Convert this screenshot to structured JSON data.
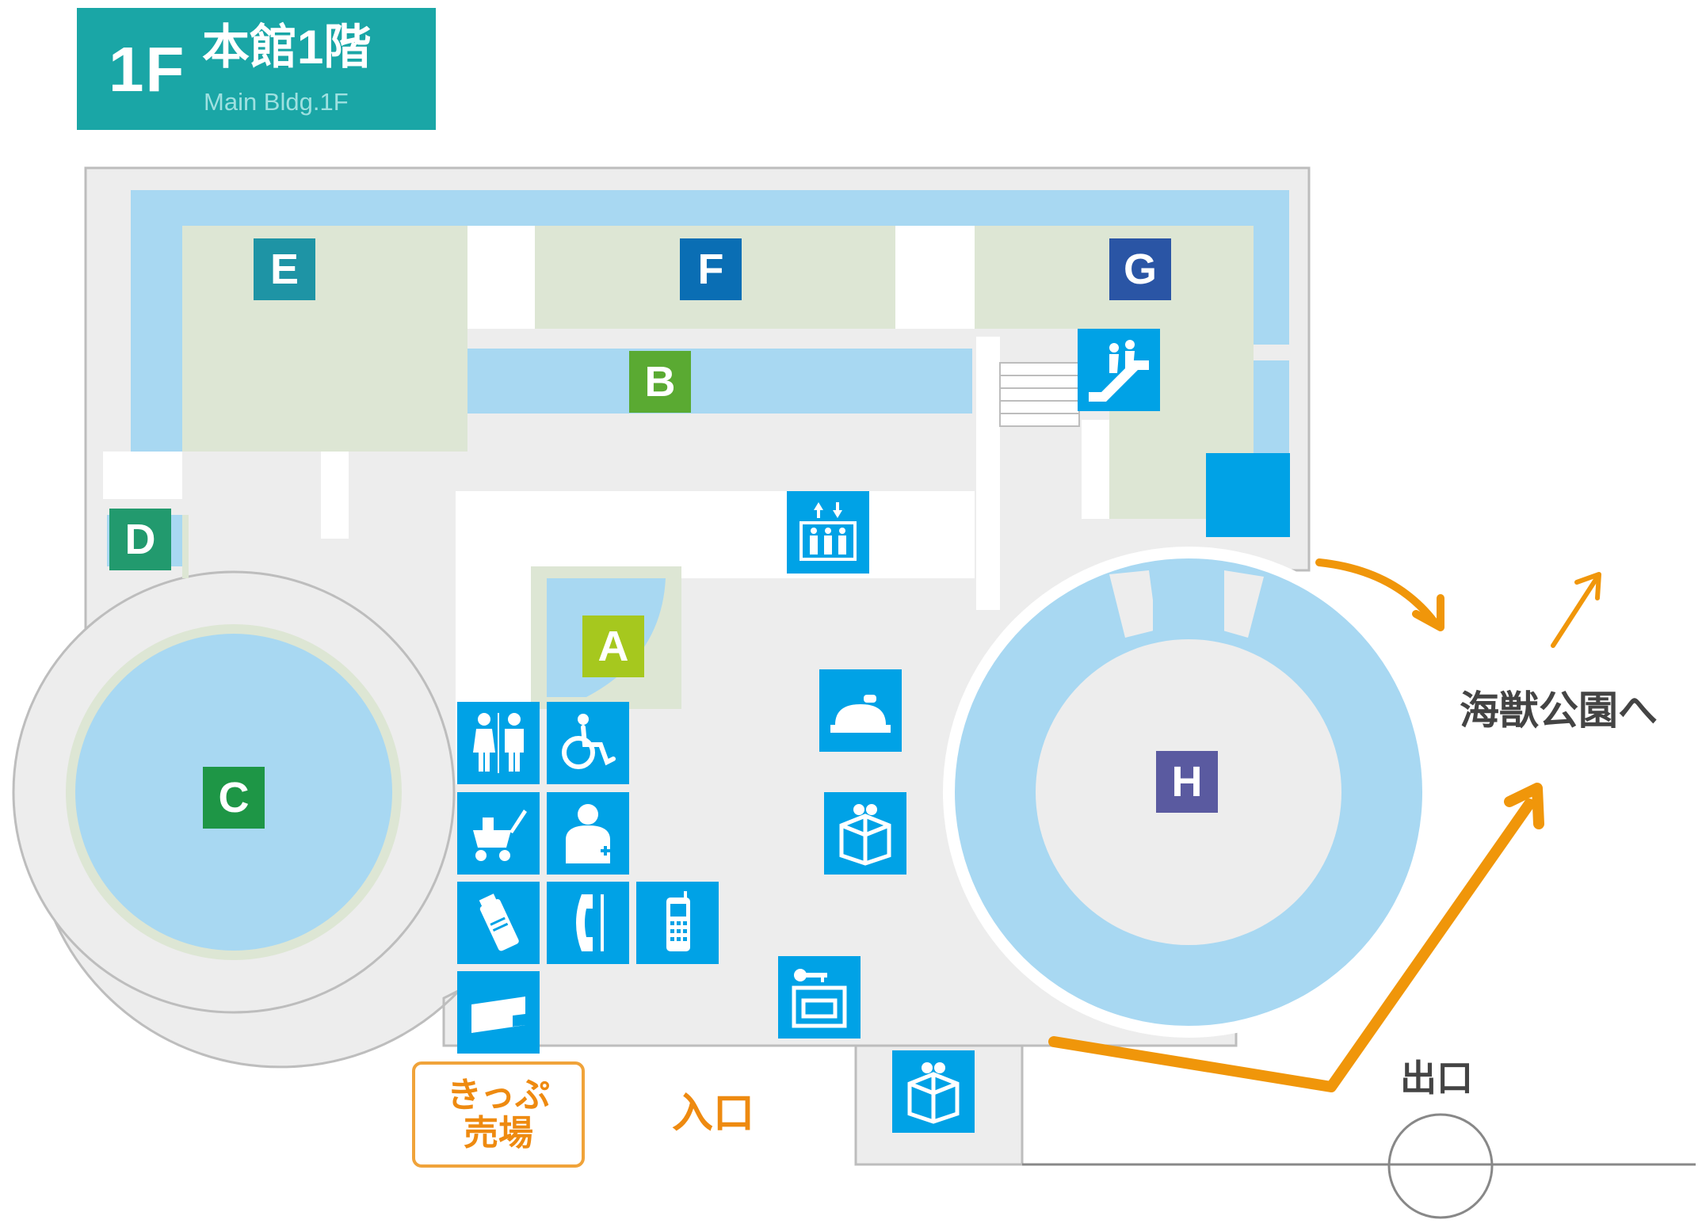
{
  "header": {
    "floor_number": "1F",
    "title": "本館1階",
    "subtitle": "Main Bldg.1F"
  },
  "areas": [
    "A",
    "B",
    "C",
    "D",
    "E",
    "F",
    "G",
    "H"
  ],
  "area_colors": {
    "A": "#a6c81e",
    "B": "#5aaa32",
    "C": "#1e9646",
    "D": "#229a6e",
    "E": "#1e94a5",
    "F": "#0a6eb4",
    "G": "#2a55a5",
    "H": "#5a5aa0"
  },
  "facility_icons": [
    "restroom-icon",
    "wheelchair-icon",
    "stroller-rental-icon",
    "first-aid-icon",
    "vending-machine-icon",
    "payphone-icon",
    "mobile-phone-icon",
    "ticket-machine-icon",
    "elevator-icon",
    "escalator-icon",
    "information-desk-icon",
    "gift-shop-icon",
    "coin-locker-icon"
  ],
  "labels": {
    "ticket_office_line1": "きっぷ",
    "ticket_office_line2": "売場",
    "entrance": "入口",
    "exit": "出口",
    "to_park": "海獣公園へ"
  },
  "colors": {
    "header": "#1aa6a6",
    "floor": "#ededed",
    "water": "#a8d8f2",
    "exhibit": "#dde6d4",
    "icon": "#00a2e6",
    "route": "#f0960a",
    "label_orange": "#ee8a10"
  }
}
